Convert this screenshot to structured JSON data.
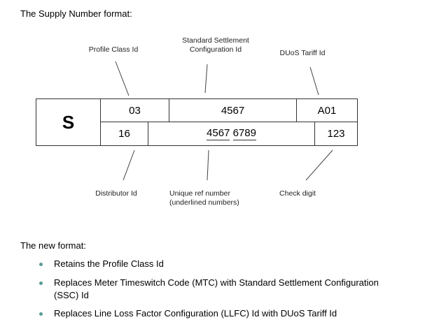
{
  "heading": "The Supply Number format:",
  "diagram": {
    "top_labels": {
      "profile_class": "Profile Class Id",
      "ssc_line1": "Standard Settlement",
      "ssc_line2": "Configuration Id",
      "duos": "DUoS Tariff Id"
    },
    "bottom_labels": {
      "distributor": "Distributor Id",
      "unique_line1": "Unique ref number",
      "unique_line2": "(underlined numbers)",
      "check": "Check digit"
    },
    "prefix": "S",
    "top_row": [
      "03",
      "4567",
      "A01"
    ],
    "bottom_row": {
      "distributor": "16",
      "unique_part1": "4567",
      "unique_part2": "6789",
      "check": "123"
    }
  },
  "new_format": {
    "heading": "The new format:",
    "bullets": [
      "Retains the Profile Class Id",
      "Replaces Meter Timeswitch Code (MTC) with Standard Settlement Configuration",
      "(SSC) Id",
      "Replaces Line Loss Factor Configuration (LLFC) Id with DUoS Tariff Id"
    ],
    "bullet_color": "#5a9a96"
  }
}
